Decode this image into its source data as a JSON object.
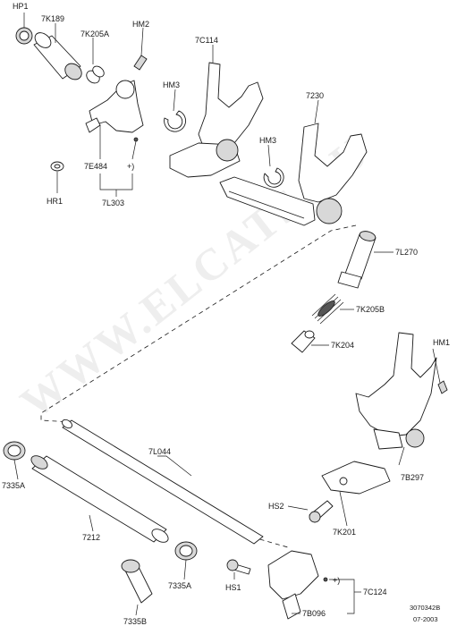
{
  "watermark": "WWW.ELCATS.RU",
  "footer": {
    "code": "3070342B",
    "date": "07-2003"
  },
  "labels": {
    "hp1": "HP1",
    "k189": "7K189",
    "k205a": "7K205A",
    "hm2": "HM2",
    "c114": "7C114",
    "hm3a": "HM3",
    "n7230": "7230",
    "hm3b": "HM3",
    "e484": "7E484",
    "paren1": "+)",
    "l303": "7L303",
    "hr1": "HR1",
    "l270": "7L270",
    "k205b": "7K205B",
    "k204": "7K204",
    "hm1": "HM1",
    "l044": "7L044",
    "b297": "7B297",
    "a7335": "7335A",
    "n7212": "7212",
    "hs2": "HS2",
    "k201": "7K201",
    "a7335b": "7335A",
    "b7335": "7335B",
    "hs1": "HS1",
    "paren2": "+)",
    "c124": "7C124",
    "b096": "7B096"
  }
}
